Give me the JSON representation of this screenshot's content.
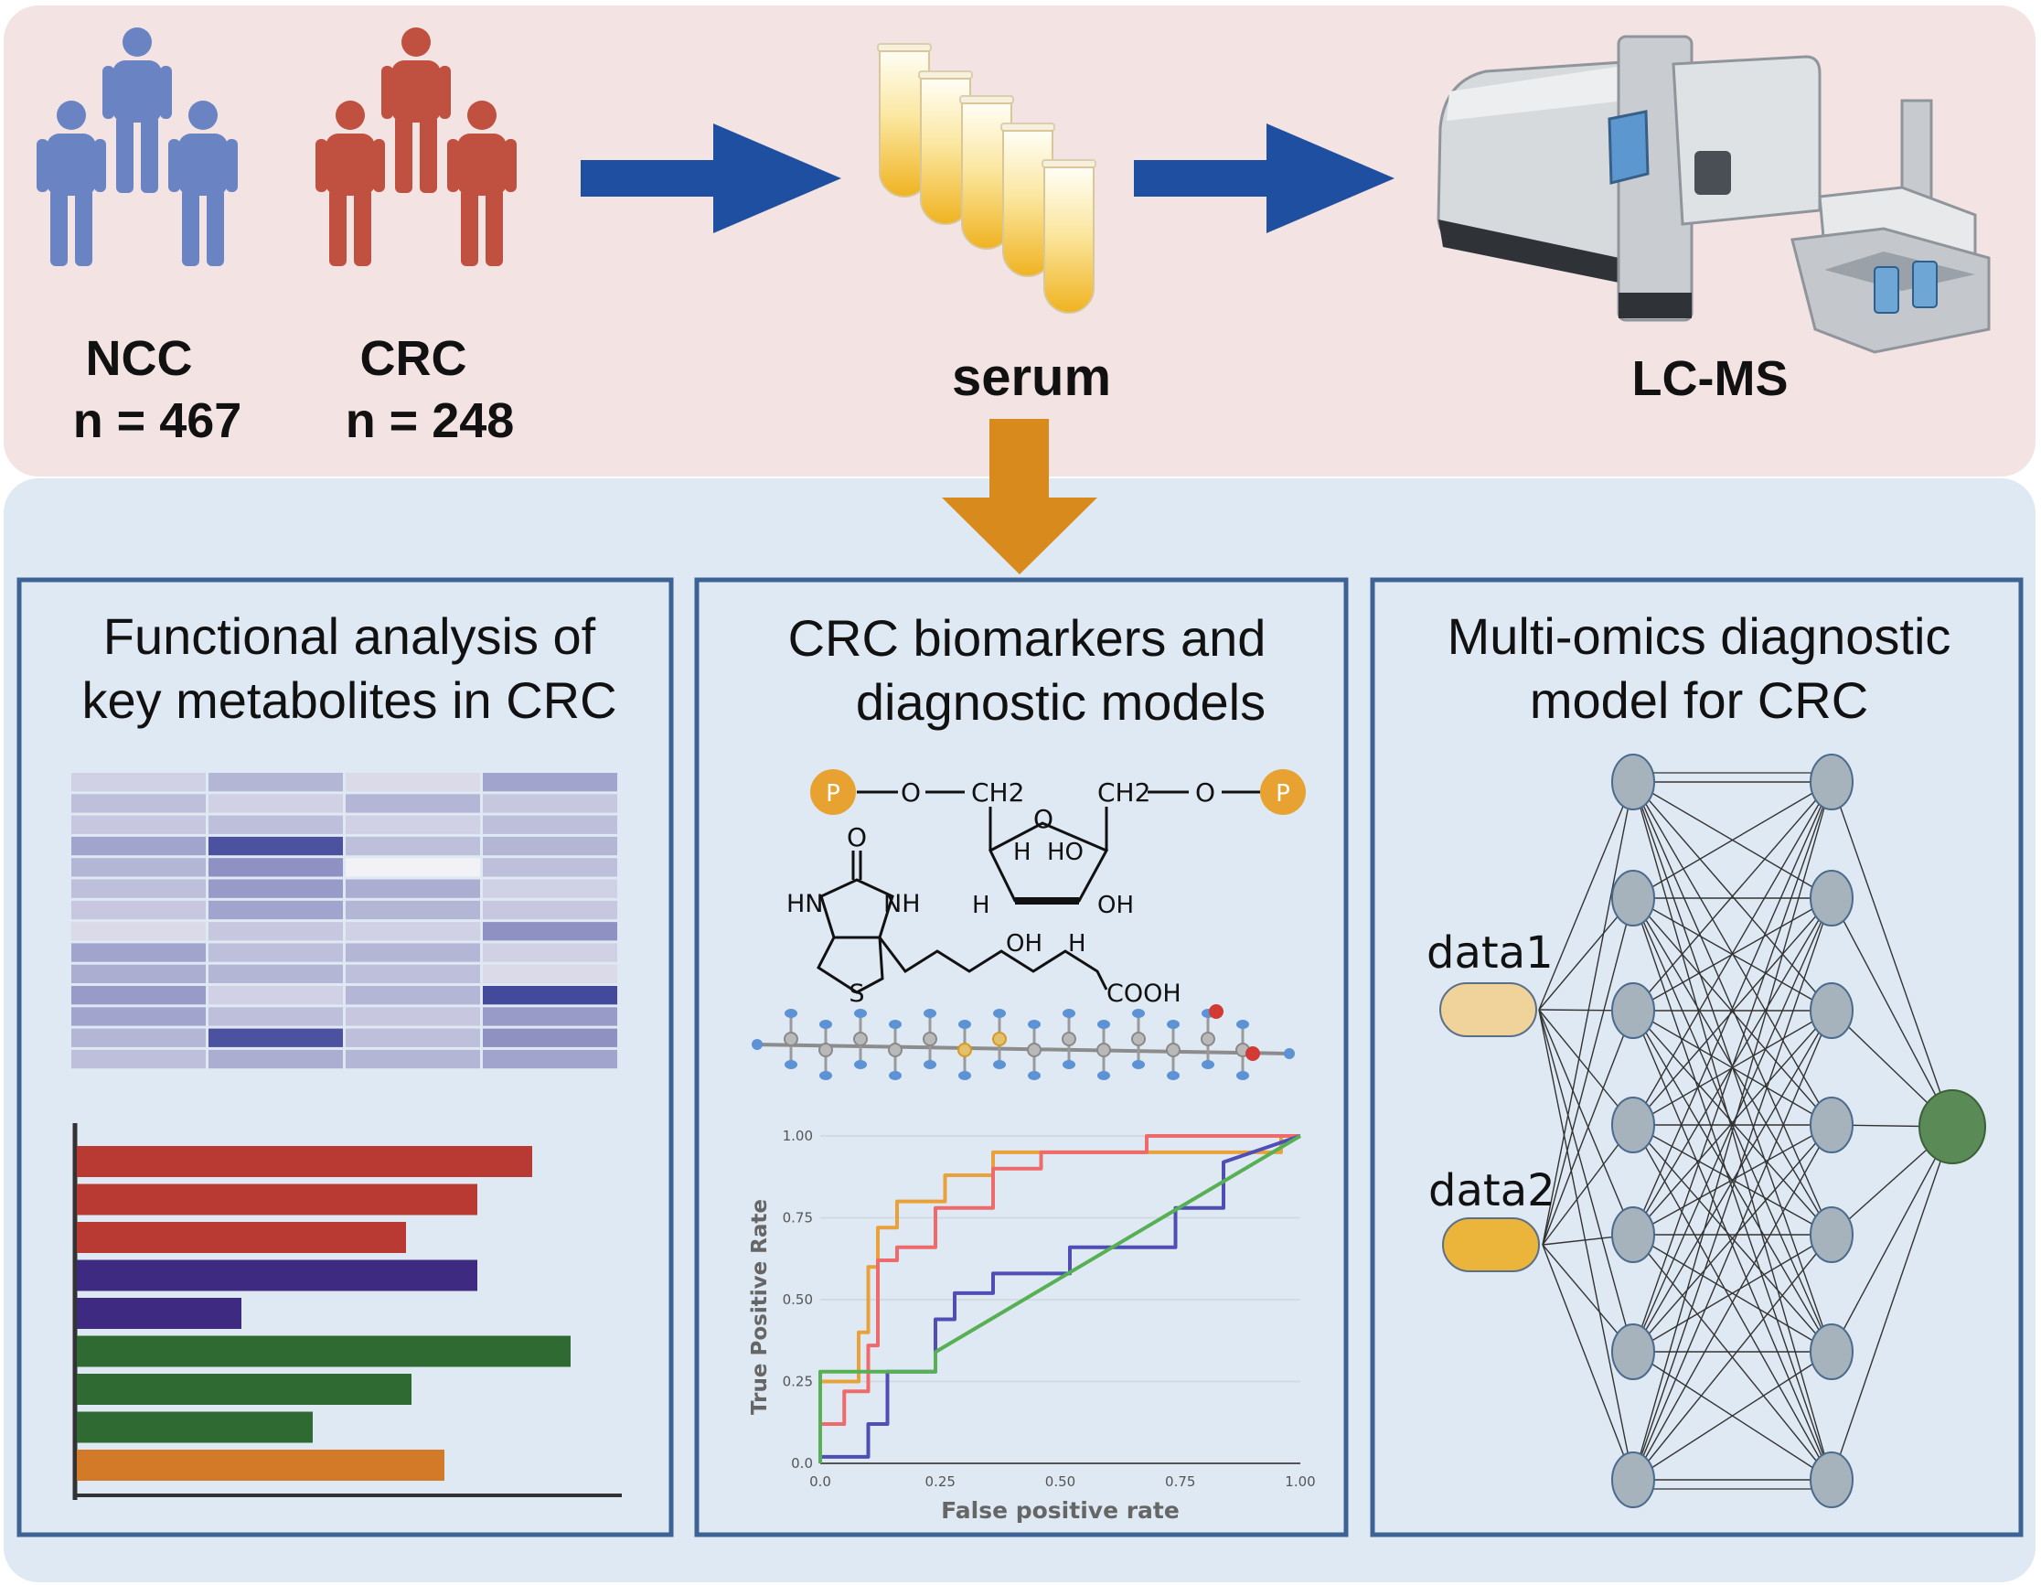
{
  "top": {
    "ncc": {
      "label": "NCC",
      "n": "n = 467",
      "color": "#6a83c2"
    },
    "crc": {
      "label": "CRC",
      "n": "n = 248",
      "color": "#c0503f"
    },
    "serum_label": "serum",
    "instrument_label": "LC-MS",
    "arrow_color": "#1f4fa0",
    "down_arrow_color": "#d98a1d"
  },
  "panels": {
    "functional": {
      "title_line1": "Functional analysis of",
      "title_line2": "key metabolites in CRC",
      "heatmap_intensity": [
        [
          0.2,
          0.35,
          0.15,
          0.45
        ],
        [
          0.3,
          0.2,
          0.35,
          0.25
        ],
        [
          0.25,
          0.3,
          0.2,
          0.3
        ],
        [
          0.45,
          0.9,
          0.3,
          0.35
        ],
        [
          0.35,
          0.55,
          0.02,
          0.3
        ],
        [
          0.3,
          0.5,
          0.4,
          0.2
        ],
        [
          0.25,
          0.45,
          0.35,
          0.25
        ],
        [
          0.15,
          0.25,
          0.2,
          0.55
        ],
        [
          0.45,
          0.3,
          0.35,
          0.2
        ],
        [
          0.4,
          0.35,
          0.3,
          0.15
        ],
        [
          0.5,
          0.2,
          0.35,
          0.95
        ],
        [
          0.45,
          0.3,
          0.25,
          0.5
        ],
        [
          0.35,
          0.9,
          0.3,
          0.55
        ],
        [
          0.3,
          0.4,
          0.35,
          0.45
        ]
      ],
      "bar_values": [
        0.83,
        0.73,
        0.6,
        0.73,
        0.3,
        0.9,
        0.61,
        0.43,
        0.67
      ],
      "bar_colors": [
        "#b83a33",
        "#b83a33",
        "#b83a33",
        "#3e2a80",
        "#3e2a80",
        "#2f6a33",
        "#2f6a33",
        "#2f6a33",
        "#d27a28"
      ]
    },
    "biomarkers": {
      "title_line1": "CRC biomarkers and",
      "title_line2": "diagnostic models",
      "roc": {
        "xlabel": "False positive rate",
        "ylabel": "True Positive Rate",
        "xticks": [
          "0.0",
          "0.25",
          "0.50",
          "0.75",
          "1.00"
        ],
        "yticks": [
          "0.0",
          "0.25",
          "0.50",
          "0.75",
          "1.00"
        ]
      },
      "chem": {
        "p_label": "P",
        "o_label": "O",
        "ch2_label": "CH2",
        "ring_o": "O",
        "h_label": "H",
        "ho_label": "HO",
        "oh_label": "OH",
        "carbonyl_o": "O",
        "hn_label": "HN",
        "nh_label": "NH",
        "s_label": "S",
        "cooh_label": "COOH"
      }
    },
    "multiomics": {
      "title_line1": "Multi-omics diagnostic",
      "title_line2": "model for CRC",
      "input1": "data1",
      "input2": "data2"
    }
  },
  "chart_data": {
    "type": "line",
    "title": "",
    "xlabel": "False positive rate",
    "ylabel": "True Positive Rate",
    "xlim": [
      0,
      1
    ],
    "ylim": [
      0,
      1
    ],
    "xticks": [
      0,
      0.25,
      0.5,
      0.75,
      1.0
    ],
    "yticks": [
      0,
      0.25,
      0.5,
      0.75,
      1.0
    ],
    "series": [
      {
        "color": "#e9a23a",
        "x": [
          0,
          0,
          0.08,
          0.08,
          0.1,
          0.1,
          0.12,
          0.12,
          0.16,
          0.16,
          0.26,
          0.26,
          0.36,
          0.36,
          0.62,
          0.62,
          0.96,
          0.96,
          1.0
        ],
        "y": [
          0,
          0.25,
          0.25,
          0.4,
          0.4,
          0.6,
          0.6,
          0.72,
          0.72,
          0.8,
          0.8,
          0.88,
          0.88,
          0.95,
          0.95,
          0.95,
          0.95,
          1.0,
          1.0
        ]
      },
      {
        "color": "#ef6a6a",
        "x": [
          0,
          0,
          0.05,
          0.05,
          0.1,
          0.1,
          0.12,
          0.12,
          0.16,
          0.16,
          0.24,
          0.24,
          0.36,
          0.36,
          0.46,
          0.46,
          0.68,
          0.68,
          1.0
        ],
        "y": [
          0,
          0.12,
          0.12,
          0.22,
          0.22,
          0.36,
          0.36,
          0.62,
          0.62,
          0.66,
          0.66,
          0.78,
          0.78,
          0.9,
          0.9,
          0.95,
          0.95,
          1.0,
          1.0
        ]
      },
      {
        "color": "#4e4eb5",
        "x": [
          0,
          0,
          0.1,
          0.1,
          0.14,
          0.14,
          0.24,
          0.24,
          0.28,
          0.28,
          0.36,
          0.36,
          0.52,
          0.52,
          0.74,
          0.74,
          0.84,
          0.84,
          1.0
        ],
        "y": [
          0,
          0.02,
          0.02,
          0.12,
          0.12,
          0.28,
          0.28,
          0.44,
          0.44,
          0.52,
          0.52,
          0.58,
          0.58,
          0.66,
          0.66,
          0.78,
          0.78,
          0.92,
          1.0
        ]
      },
      {
        "color": "#58b055",
        "x": [
          0,
          0,
          0.24,
          0.24,
          1.0
        ],
        "y": [
          0,
          0.28,
          0.28,
          0.34,
          1.0
        ]
      }
    ]
  }
}
